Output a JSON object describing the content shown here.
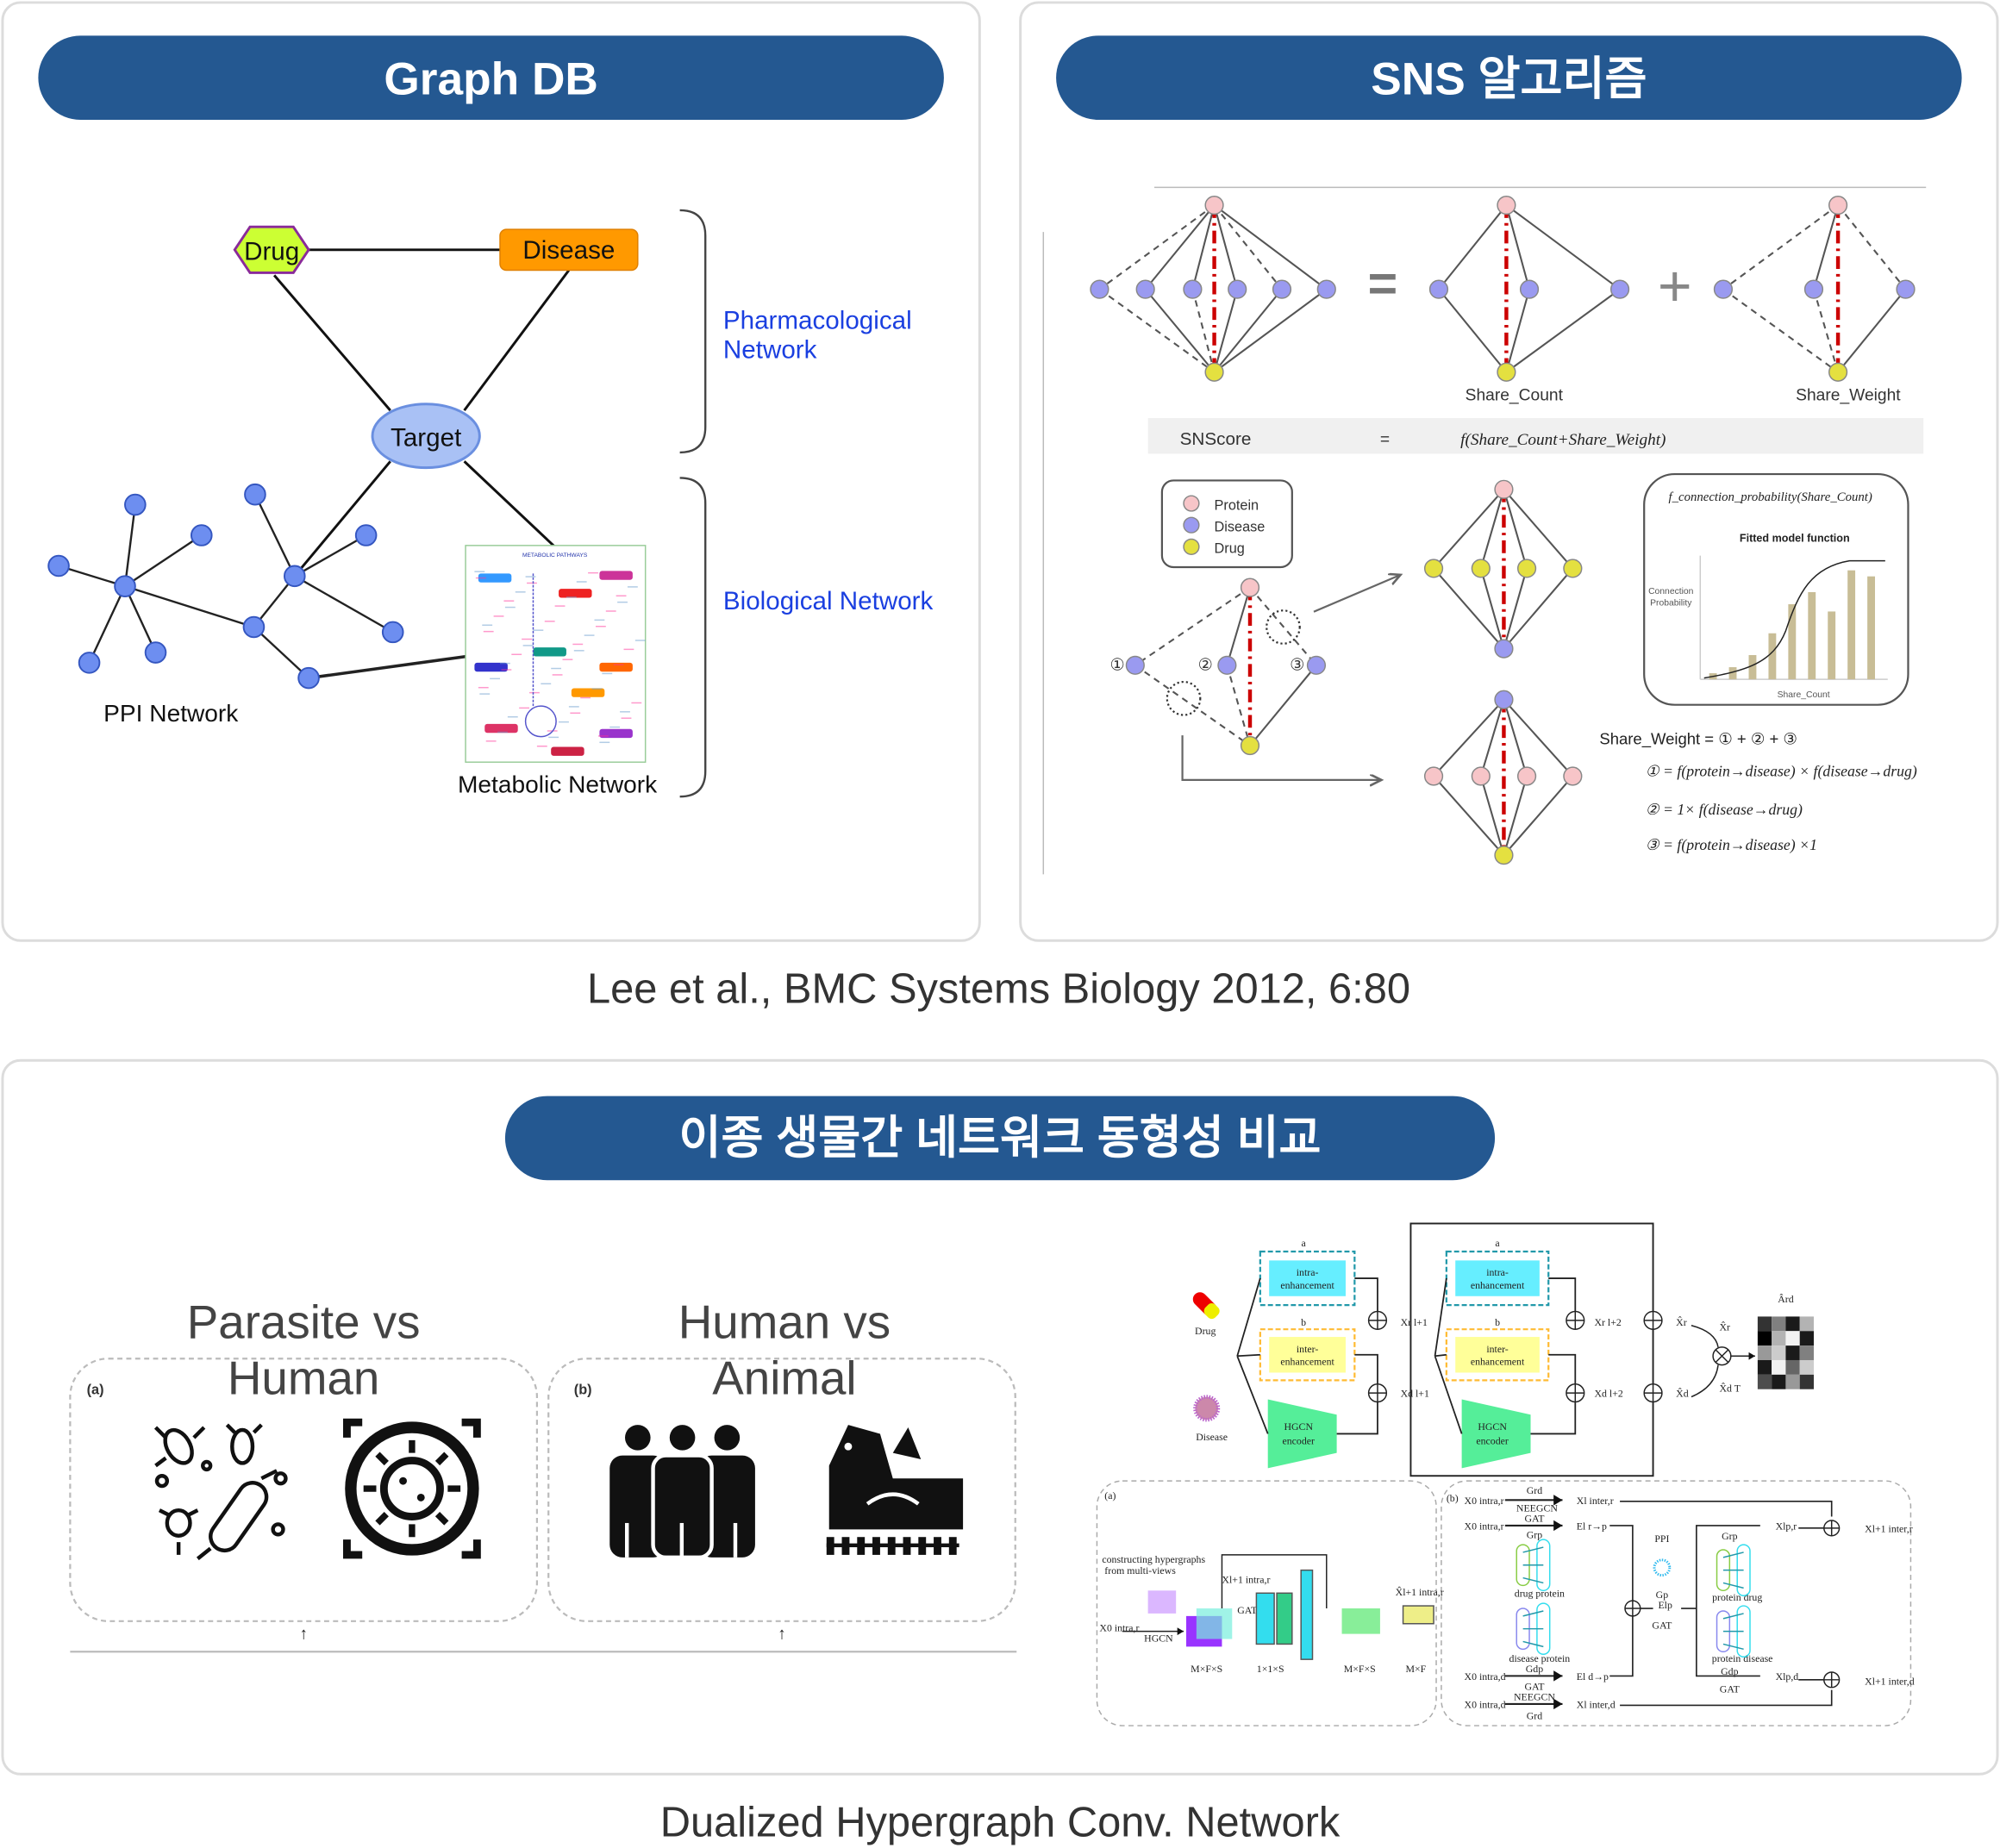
{
  "colors": {
    "header_bg": "#245891",
    "drug": "#ccff33",
    "disease": "#ff9900",
    "target": "#a9c1f5",
    "node_blue": "#6d8ef0",
    "protein": "#f7c5c8",
    "disease_node": "#9a9af0",
    "drug_node": "#e4e040",
    "link_blue": "#1a3fe0",
    "red_line": "#cc0000"
  },
  "panels": {
    "graph_db": {
      "title": "Graph DB",
      "nodes": {
        "drug": "Drug",
        "disease": "Disease",
        "target": "Target"
      },
      "labels": {
        "ppi": "PPI Network",
        "metabolic": "Metabolic Network",
        "metabolic_image_title": "METABOLIC PATHWAYS"
      },
      "brackets": {
        "pharma_line1": "Pharmacological",
        "pharma_line2": "Network",
        "bio": "Biological Network"
      }
    },
    "sns": {
      "title": "SNS 알고리즘",
      "equals": "=",
      "plus": "+",
      "share_count": "Share_Count",
      "share_weight": "Share_Weight",
      "snscore": {
        "label": "SNScore",
        "eq": "=",
        "formula": "f(Share_Count+Share_Weight)"
      },
      "legend": [
        {
          "label": "Protein"
        },
        {
          "label": "Disease"
        },
        {
          "label": "Drug"
        }
      ],
      "circled": [
        "①",
        "②",
        "③"
      ],
      "chart": {
        "title": "f_connection_probability(Share_Count)",
        "subtitle": "Fitted model function",
        "ylabel_1": "Connection",
        "ylabel_2": "Probability",
        "xlabel": "Share_Count",
        "bars": [
          0.05,
          0.1,
          0.2,
          0.38,
          0.62,
          0.72,
          0.56,
          0.9,
          0.85
        ]
      },
      "weight_eq": "Share_Weight = ① + ② + ③",
      "eq1": "① =  f(protein→disease) × f(disease→drug)",
      "eq2": "② =   1× f(disease→drug)",
      "eq3": "③ =  f(protein→disease) ×1"
    },
    "citation": "Lee et al., BMC Systems Biology 2012, 6:80",
    "cross_species": {
      "title": "이종 생물간 네트워크 동형성 비교",
      "left": {
        "line1": "Parasite vs",
        "line2": "Human",
        "tag": "(a)"
      },
      "right": {
        "line1": "Human  vs",
        "line2": "Animal",
        "tag": "(b)"
      },
      "arrow": "↑",
      "dhcn": {
        "drug": "Drug",
        "disease": "Disease",
        "a": "a",
        "b": "b",
        "intra_1": "intra-",
        "intra_2": "enhancement",
        "inter_1": "inter-",
        "inter_2": "enhancement",
        "hgcn_1": "HGCN",
        "hgcn_2": "encoder",
        "xr1": "Xr l+1",
        "xd1": "Xd l+1",
        "xr2": "Xr l+2",
        "xd2": "Xd l+2",
        "xr_hat": "X̂r",
        "xd_hat": "X̂d",
        "xr_hat2": "X̂r",
        "xd_hat_t": "X̂d T",
        "a_hat": "Ârd",
        "sub_a": {
          "tag": "(a)",
          "line1": "constructing hypergraphs",
          "line2": "from multi-views",
          "x0": "X0 intra,r",
          "hgcn": "HGCN",
          "xl1": "Xl+1 intra,r",
          "gat": "GAT",
          "xhat": "X̂l+1 intra,r",
          "dims": [
            "M×F×S",
            "1×1×S",
            "M×F×S",
            "M×F"
          ]
        },
        "sub_b": {
          "tag": "(b)",
          "rows": [
            "X0 intra,r",
            "X0 intra,r",
            "X0 intra,d",
            "X0 intra,d"
          ],
          "labels": [
            "Grd",
            "NEEGCN",
            "GAT",
            "Grp",
            "drug protein",
            "disease protein",
            "Gdp",
            "GAT",
            "NEEGCN",
            "Grd",
            "PPI",
            "Gp",
            "GAT",
            "Grp",
            "protein drug",
            "protein disease",
            "Gdp",
            "GAT"
          ],
          "outs": [
            "Xl inter,r",
            "El r→p",
            "El d→p",
            "Xl inter,d",
            "Elp",
            "Xlp,r",
            "Xlp,d",
            "Xl+1 inter,r",
            "Xl+1 inter,d"
          ]
        }
      }
    },
    "caption_bottom": "Dualized Hypergraph Conv. Network"
  }
}
